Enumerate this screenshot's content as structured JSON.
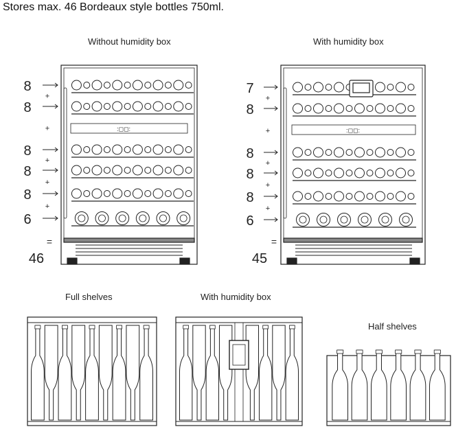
{
  "title": "Stores max. 46 Bordeaux style bottles 750ml.",
  "cabinets": [
    {
      "label": "Without humidity box",
      "counts": [
        "8",
        "8",
        "8",
        "8",
        "8",
        "6"
      ],
      "plus_sign": "+",
      "equals_sign": "=",
      "total": "46",
      "display_glyph": ":◻◻:"
    },
    {
      "label": "With humidity box",
      "counts": [
        "7",
        "8",
        "8",
        "8",
        "8",
        "6"
      ],
      "plus_sign": "+",
      "equals_sign": "=",
      "total": "45",
      "display_glyph": ":◻◻:"
    }
  ],
  "shelves": {
    "full": "Full shelves",
    "humidity": "With humidity box",
    "half": "Half shelves"
  }
}
